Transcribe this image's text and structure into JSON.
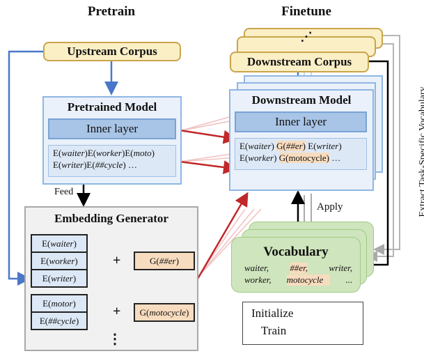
{
  "titles": {
    "pretrain": "Pretrain",
    "finetune": "Finetune"
  },
  "upstream_corpus": "Upstream Corpus",
  "downstream_corpus": "Downstream Corpus",
  "downstream_stack_ellipsis": "⋰",
  "pretrained_model": {
    "title": "Pretrained Model",
    "inner_layer": "Inner layer",
    "embeddings_line1": [
      {
        "pre": "E(",
        "it": "waiter",
        "post": ")"
      },
      {
        "pre": "E(",
        "it": "worker",
        "post": ")"
      },
      {
        "pre": "E(",
        "it": "moto",
        "post": ")"
      }
    ],
    "embeddings_line2": [
      {
        "pre": "E(",
        "it": "writer",
        "post": ")"
      },
      {
        "pre": "E(",
        "it": "##cycle",
        "post": ") …"
      }
    ]
  },
  "feed_label": "Feed",
  "downstream_model": {
    "title": "Downstream Model",
    "inner_layer": "Inner layer",
    "line1": {
      "e1": "waiter",
      "g1": "##er",
      "e2": "writer"
    },
    "line2": {
      "e1": "worker",
      "g1": "motocycle",
      "tail": " …"
    }
  },
  "embedding_generator": {
    "title": "Embedding Generator",
    "group1_inputs": [
      "waiter",
      "worker",
      "writer"
    ],
    "group1_output": "##er",
    "group2_inputs": [
      "motor",
      "##cycle"
    ],
    "group2_output": "motocycle",
    "more": "⋮",
    "plus": "+"
  },
  "apply_label": "Apply",
  "extract_label": "Extract Task-Specific Vocabulary",
  "vocabulary": {
    "title": "Vocabulary",
    "row1": [
      "waiter,",
      "##er,",
      "writer,"
    ],
    "row2": [
      "worker,",
      "motocycle",
      "..."
    ]
  },
  "legend": {
    "items": [
      {
        "label": "Initialize",
        "color": "#c0282a"
      },
      {
        "label": "Train",
        "color": "#4a78c9"
      }
    ]
  },
  "colors": {
    "initialize": "#c0282a",
    "train": "#4a78c9",
    "extract": "#000000",
    "faded_extract": "#b0b0b0"
  }
}
